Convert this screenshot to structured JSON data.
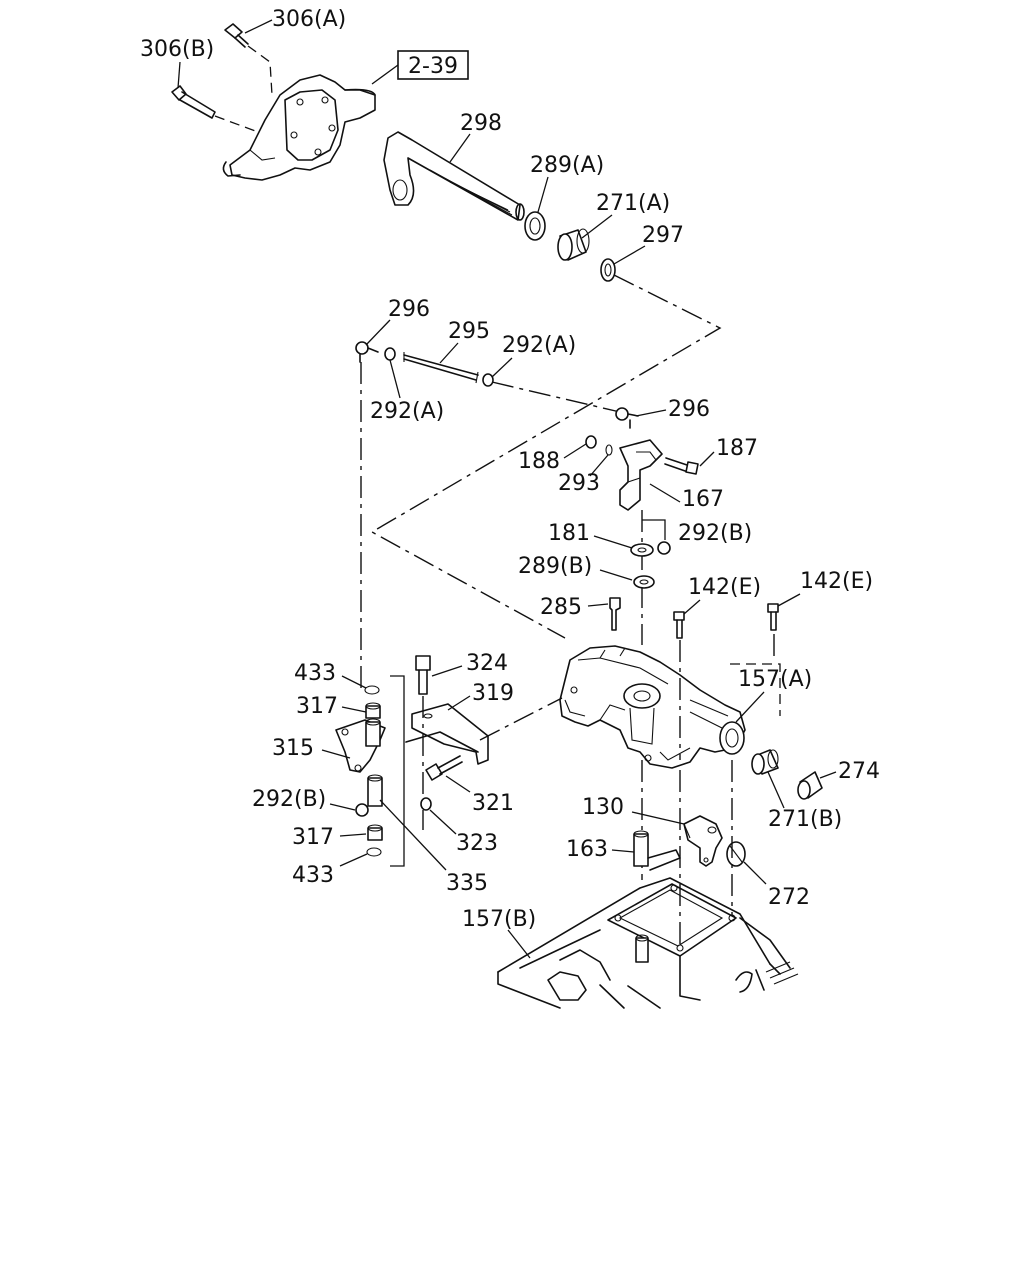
{
  "reference_box": "2-39",
  "labels": {
    "p306a": "306(A)",
    "p306b": "306(B)",
    "p298": "298",
    "p289a": "289(A)",
    "p271a": "271(A)",
    "p297": "297",
    "p296a": "296",
    "p295": "295",
    "p292a_top": "292(A)",
    "p292a_bot": "292(A)",
    "p296b": "296",
    "p188": "188",
    "p293": "293",
    "p187": "187",
    "p167": "167",
    "p181": "181",
    "p292b_top": "292(B)",
    "p289b": "289(B)",
    "p142e_a": "142(E)",
    "p142e_b": "142(E)",
    "p285": "285",
    "p433_top": "433",
    "p324": "324",
    "p317_top": "317",
    "p319": "319",
    "p157a": "157(A)",
    "p315": "315",
    "p274": "274",
    "p292b_bot": "292(B)",
    "p321": "321",
    "p130": "130",
    "p271b": "271(B)",
    "p317_bot": "317",
    "p323": "323",
    "p163": "163",
    "p433_bot": "433",
    "p335": "335",
    "p272": "272",
    "p157b": "157(B)"
  }
}
